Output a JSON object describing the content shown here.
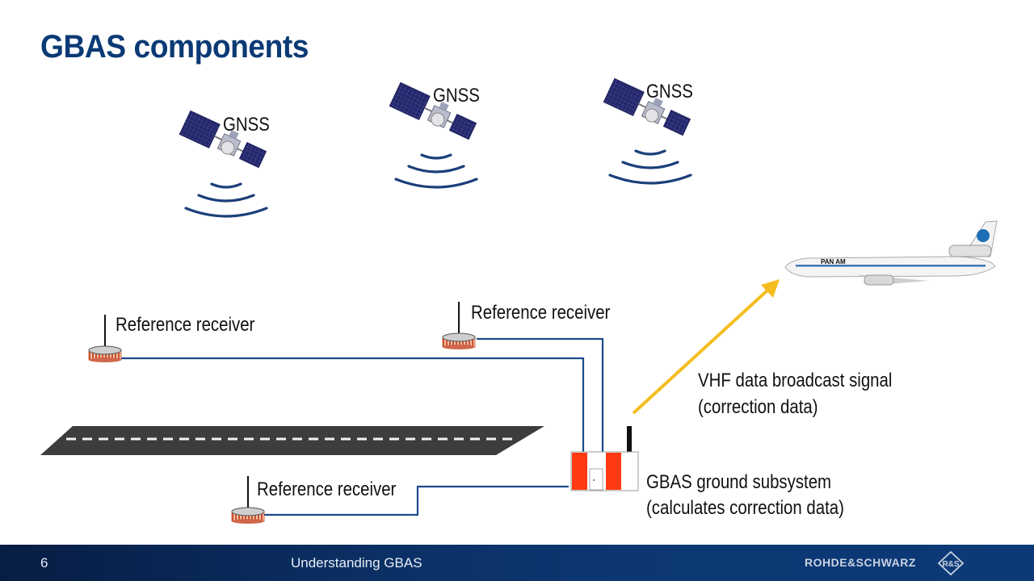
{
  "title": "GBAS components",
  "satellites": [
    {
      "label": "GNSS"
    },
    {
      "label": "GNSS"
    },
    {
      "label": "GNSS"
    }
  ],
  "reference_receivers": [
    {
      "label": "Reference receiver"
    },
    {
      "label": "Reference receiver"
    },
    {
      "label": "Reference receiver"
    }
  ],
  "broadcast": {
    "line1": "VHF data broadcast signal",
    "line2": "(correction data)",
    "arrow_color": "#f5bd1f"
  },
  "ground_subsystem": {
    "line1": "GBAS ground subsystem",
    "line2": "(calculates correction data)",
    "stripe_color": "#ff3a12"
  },
  "aircraft": {
    "livery": "PAN AM"
  },
  "footer": {
    "page_number": "6",
    "title": "Understanding GBAS",
    "brand": "ROHDE&SCHWARZ",
    "logo_text": "R&S"
  },
  "colors": {
    "title": "#0b3a75",
    "cable": "#1b4b8c",
    "wave": "#1b3f7a",
    "runway": "#3d3d3d",
    "footer_bg": "#0b2f63"
  }
}
